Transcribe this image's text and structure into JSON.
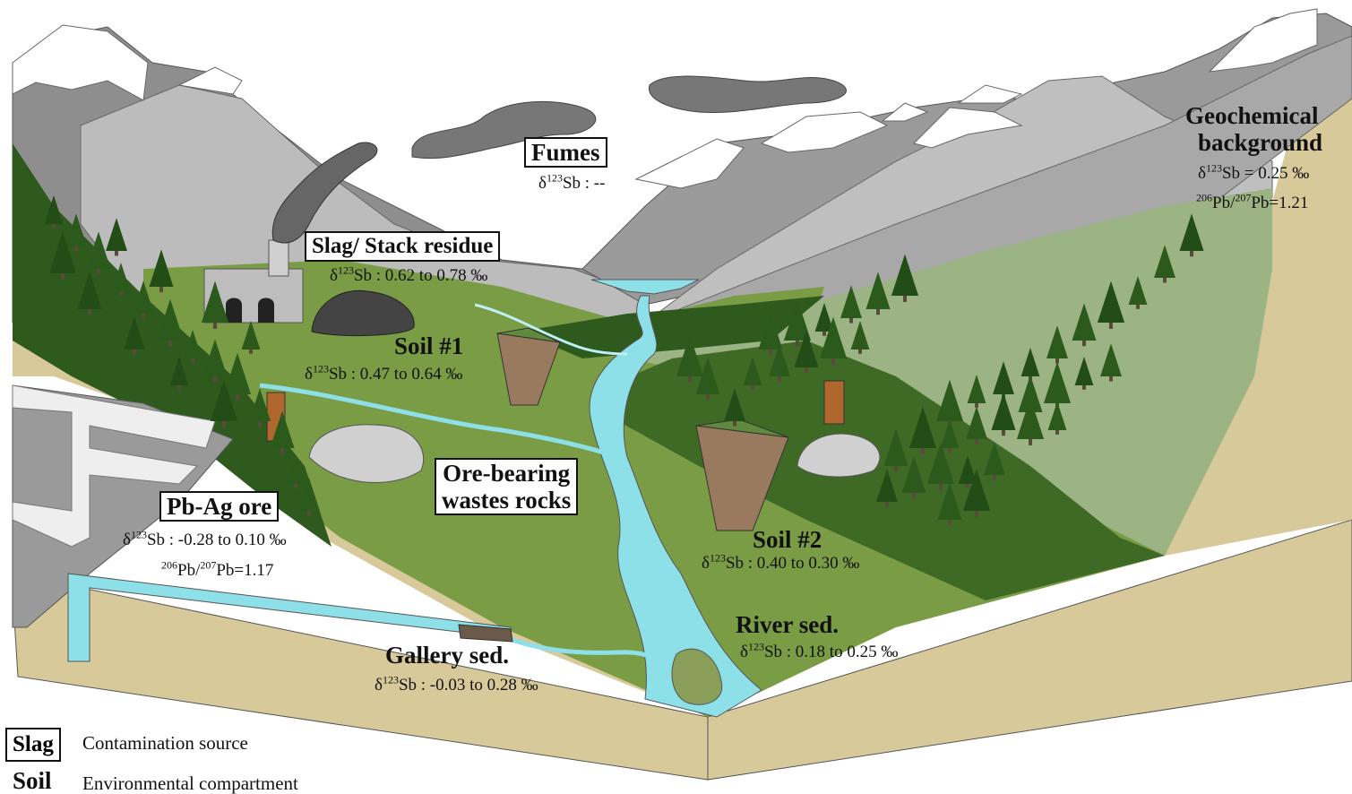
{
  "labels": {
    "fumes": {
      "title": "Fumes",
      "sb_symbol": "δ",
      "sb_mass": "123",
      "sb_text": "Sb : --"
    },
    "slag": {
      "title": "Slag/ Stack residue",
      "sb_symbol": "δ",
      "sb_mass": "123",
      "sb_text": "Sb : 0.62 to 0.78 ‰"
    },
    "soil1": {
      "title": "Soil #1",
      "sb_symbol": "δ",
      "sb_mass": "123",
      "sb_text": "Sb : 0.47 to 0.64 ‰"
    },
    "geochem": {
      "title_line1": "Geochemical",
      "title_line2": "background",
      "sb_symbol": "δ",
      "sb_mass": "123",
      "sb_text": "Sb = 0.25 ‰",
      "pb_mass1": "206",
      "pb_mid": "Pb/",
      "pb_mass2": "207",
      "pb_text": "Pb=1.21"
    },
    "ore_wastes": {
      "title_line1": "Ore-bearing",
      "title_line2": "wastes rocks"
    },
    "pbag": {
      "title": "Pb-Ag ore",
      "sb_symbol": "δ",
      "sb_mass": "123",
      "sb_text": "Sb : -0.28 to 0.10 ‰",
      "pb_mass1": "206",
      "pb_mid": "Pb/",
      "pb_mass2": "207",
      "pb_text": "Pb=1.17"
    },
    "soil2": {
      "title": "Soil #2",
      "sb_symbol": "δ",
      "sb_mass": "123",
      "sb_text": "Sb : 0.40 to 0.30 ‰"
    },
    "river": {
      "title": "River sed.",
      "sb_symbol": "δ",
      "sb_mass": "123",
      "sb_text": "Sb : 0.18 to 0.25 ‰"
    },
    "gallery": {
      "title": "Gallery sed.",
      "sb_symbol": "δ",
      "sb_mass": "123",
      "sb_text": "Sb : -0.03 to 0.28 ‰"
    }
  },
  "legend": {
    "source_term": "Slag",
    "source_desc": "Contamination source",
    "compartment_term": "Soil",
    "compartment_desc": "Environmental compartment"
  },
  "colors": {
    "valley_green": "#7a9c45",
    "forest_dark": "#2f5a1e",
    "tree": "#2b5a1c",
    "light_green": "#9cb384",
    "mountain_gray": "#9d9d9d",
    "mountain_light": "#bdbdbd",
    "mountain_dark": "#7a7a7a",
    "snow": "#ffffff",
    "soil_face": "#d8c99a",
    "water": "#8ddfe8",
    "mine_gray": "#9a9a9a",
    "soil_column": "#9a7a5e"
  }
}
